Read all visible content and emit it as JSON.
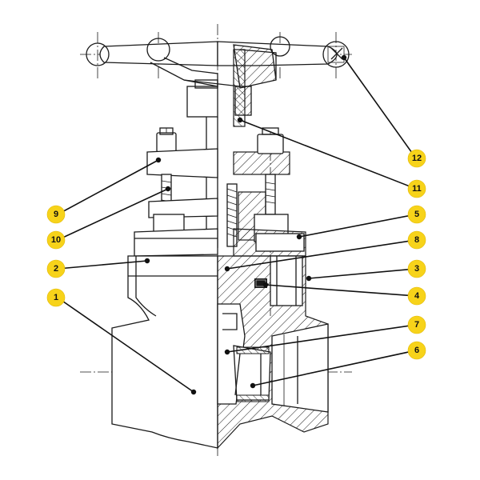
{
  "diagram": {
    "callouts": [
      {
        "id": "1",
        "label": "1"
      },
      {
        "id": "2",
        "label": "2"
      },
      {
        "id": "3",
        "label": "3"
      },
      {
        "id": "4",
        "label": "4"
      },
      {
        "id": "5",
        "label": "5"
      },
      {
        "id": "6",
        "label": "6"
      },
      {
        "id": "7",
        "label": "7"
      },
      {
        "id": "8",
        "label": "8"
      },
      {
        "id": "9",
        "label": "9"
      },
      {
        "id": "10",
        "label": "10"
      },
      {
        "id": "11",
        "label": "11"
      },
      {
        "id": "12",
        "label": "12"
      }
    ],
    "colors": {
      "badge_fill": "#f7d31a",
      "line": "#1a1a1a",
      "background": "#ffffff"
    }
  }
}
